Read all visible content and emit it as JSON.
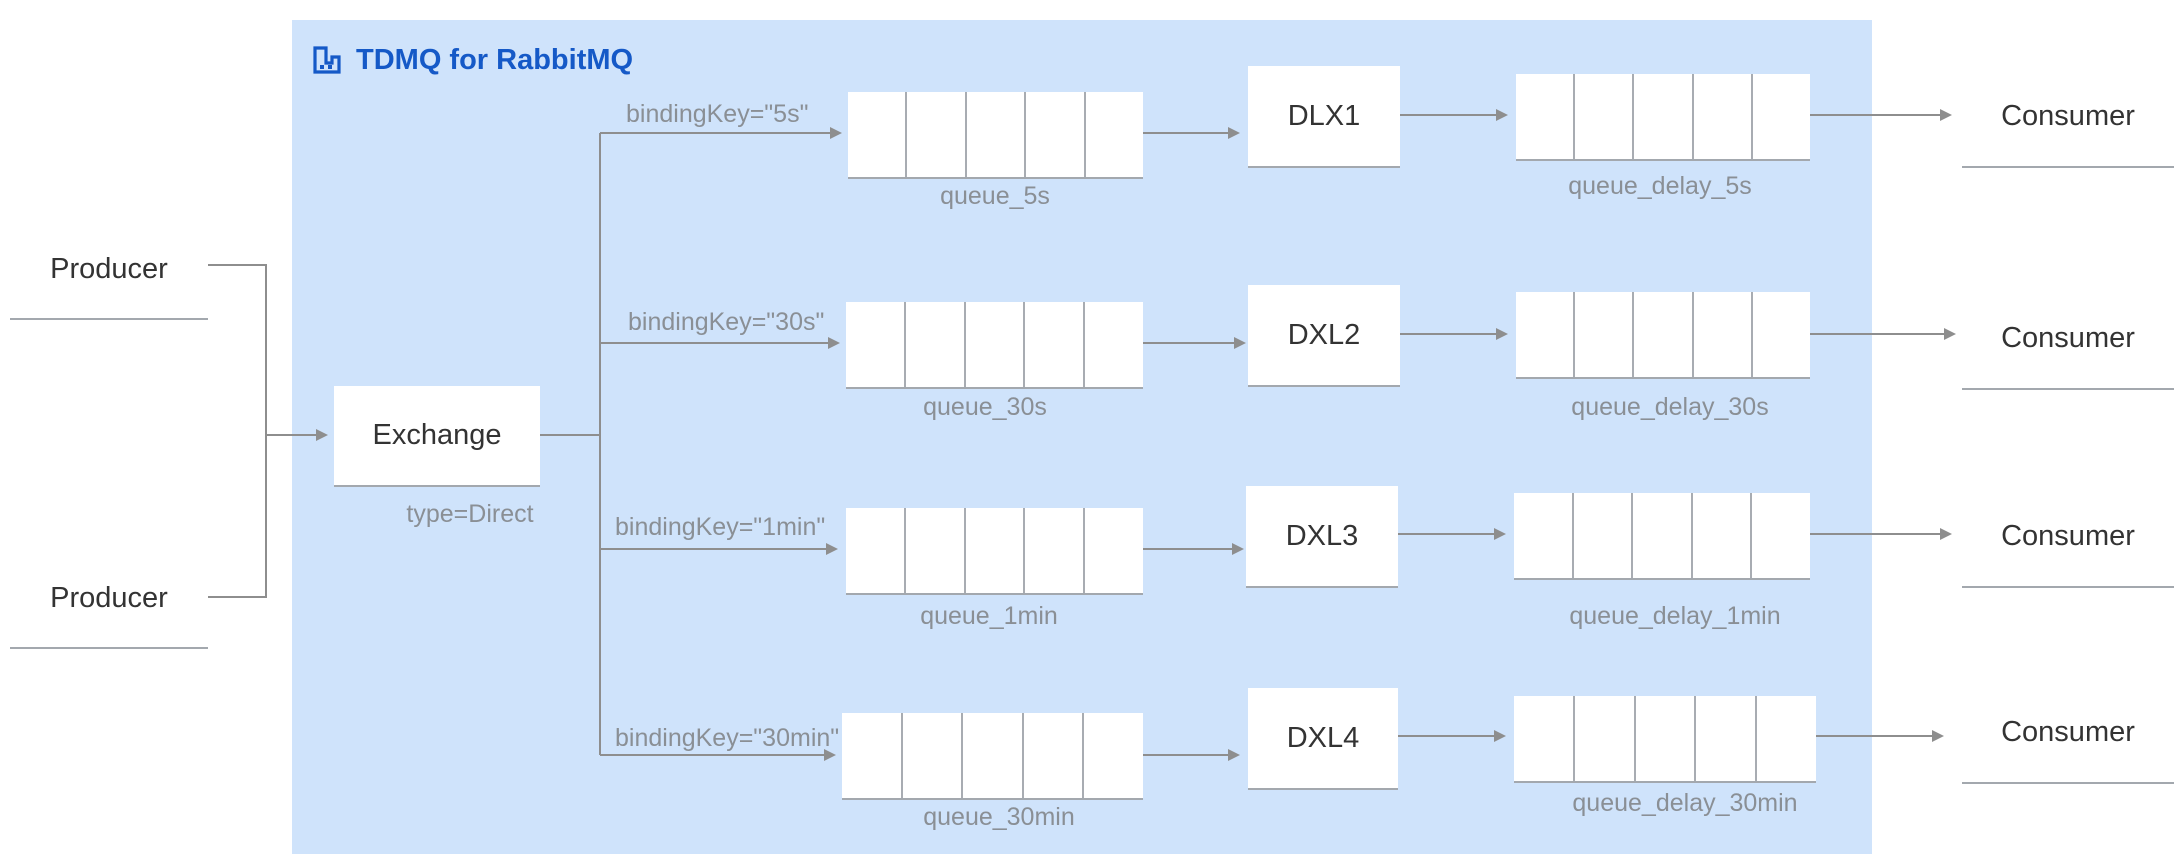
{
  "title": "TDMQ for RabbitMQ",
  "icons": {
    "title_icon": "building-icon"
  },
  "producers": [
    "Producer",
    "Producer"
  ],
  "exchange": {
    "label": "Exchange",
    "type": "type=Direct"
  },
  "rows": [
    {
      "binding": "bindingKey=\"5s\"",
      "queue": "queue_5s",
      "dlx": "DLX1",
      "delay_queue": "queue_delay_5s",
      "consumer": "Consumer"
    },
    {
      "binding": "bindingKey=\"30s\"",
      "queue": "queue_30s",
      "dlx": "DXL2",
      "delay_queue": "queue_delay_30s",
      "consumer": "Consumer"
    },
    {
      "binding": "bindingKey=\"1min\"",
      "queue": "queue_1min",
      "dlx": "DXL3",
      "delay_queue": "queue_delay_1min",
      "consumer": "Consumer"
    },
    {
      "binding": "bindingKey=\"30min\"",
      "queue": "queue_30min",
      "dlx": "DXL4",
      "delay_queue": "queue_delay_30min",
      "consumer": "Consumer"
    }
  ],
  "colors": {
    "panel": "#cfe3fb",
    "accent": "#1559c7",
    "line": "#8e8e8e"
  }
}
